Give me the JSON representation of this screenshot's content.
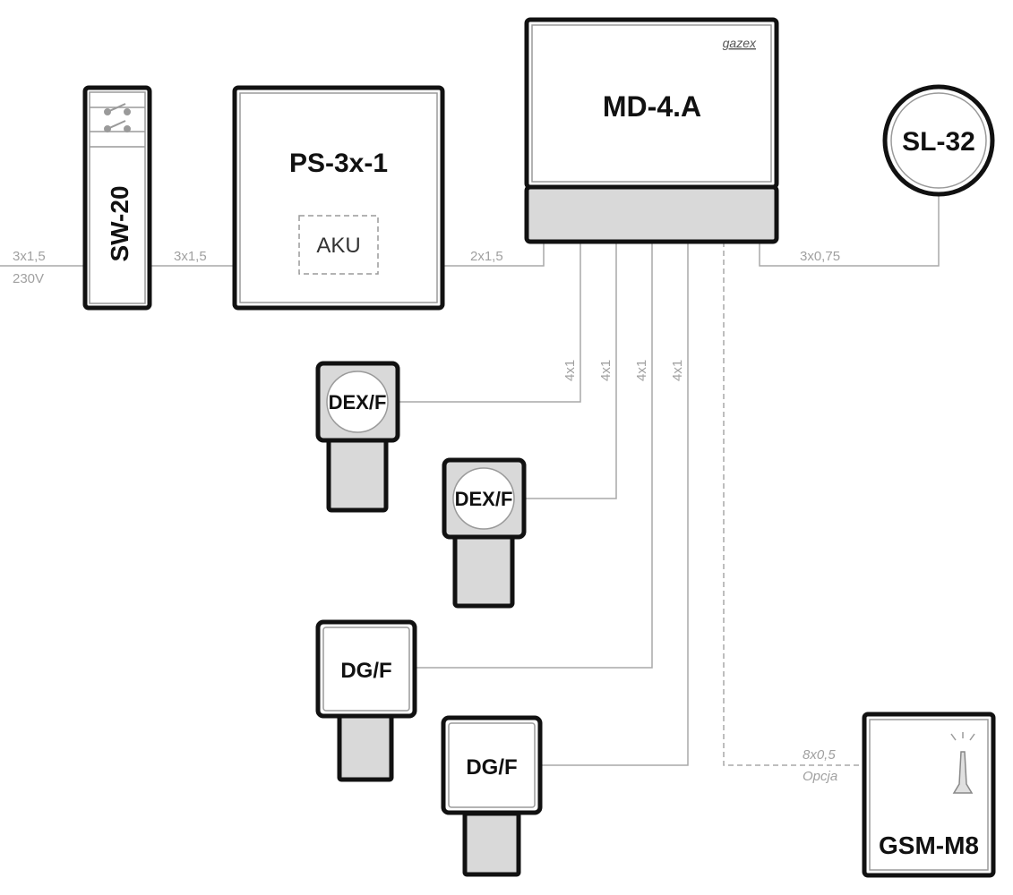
{
  "devices": {
    "sw20": "SW-20",
    "ps": "PS-3x-1",
    "aku": "AKU",
    "md": "MD-4.A",
    "brand": "gazex",
    "sl32": "SL-32",
    "dex1": "DEX/F",
    "dex2": "DEX/F",
    "dg1": "DG/F",
    "dg2": "DG/F",
    "gsm": "GSM-M8"
  },
  "cables": {
    "mains": "3x1,5",
    "mains_voltage": "230V",
    "sw_to_ps": "3x1,5",
    "ps_to_md": "2x1,5",
    "md_to_sl": "3x0,75",
    "bus1": "4x1",
    "bus2": "4x1",
    "bus3": "4x1",
    "bus4": "4x1",
    "gsm": "8x0,5",
    "gsm_note": "Opcja"
  }
}
